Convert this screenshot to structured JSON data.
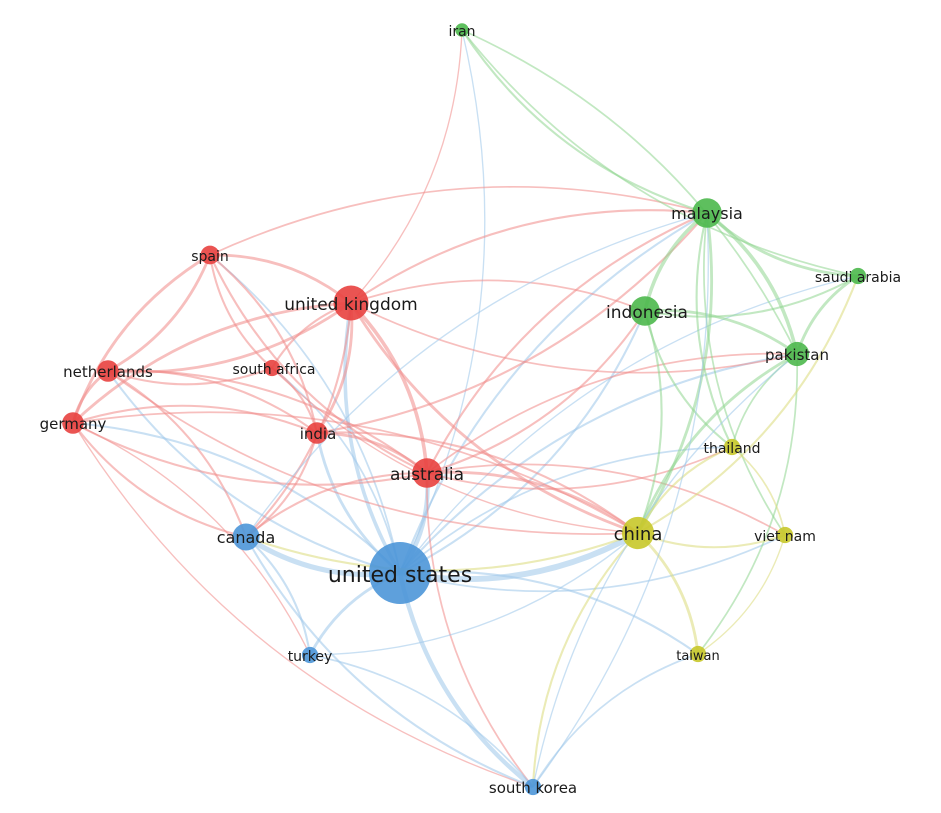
{
  "network": {
    "clusters": [
      {
        "id": 1,
        "color": "#e8413f",
        "edge_color": "#f08a88"
      },
      {
        "id": 2,
        "color": "#4cb84c",
        "edge_color": "#8fd68f"
      },
      {
        "id": 3,
        "color": "#4d96d8",
        "edge_color": "#9cc6ea"
      },
      {
        "id": 4,
        "color": "#c8c82a",
        "edge_color": "#dada7a"
      }
    ],
    "nodes": [
      {
        "id": "iran",
        "label": "iran",
        "cluster": 2,
        "weight": 1
      },
      {
        "id": "malaysia",
        "label": "malaysia",
        "cluster": 2,
        "weight": 4
      },
      {
        "id": "saudi-arabia",
        "label": "saudi arabia",
        "cluster": 2,
        "weight": 1.5
      },
      {
        "id": "indonesia",
        "label": "indonesia",
        "cluster": 2,
        "weight": 4
      },
      {
        "id": "pakistan",
        "label": "pakistan",
        "cluster": 2,
        "weight": 3
      },
      {
        "id": "spain",
        "label": "spain",
        "cluster": 1,
        "weight": 2
      },
      {
        "id": "united-kingdom",
        "label": "united kingdom",
        "cluster": 1,
        "weight": 5
      },
      {
        "id": "south-africa",
        "label": "south africa",
        "cluster": 1,
        "weight": 1.5
      },
      {
        "id": "netherlands",
        "label": "netherlands",
        "cluster": 1,
        "weight": 2.5
      },
      {
        "id": "germany",
        "label": "germany",
        "cluster": 1,
        "weight": 2.5
      },
      {
        "id": "india",
        "label": "india",
        "cluster": 1,
        "weight": 2.5
      },
      {
        "id": "australia",
        "label": "australia",
        "cluster": 1,
        "weight": 4
      },
      {
        "id": "thailand",
        "label": "thailand",
        "cluster": 4,
        "weight": 1.5
      },
      {
        "id": "china",
        "label": "china",
        "cluster": 4,
        "weight": 4.5
      },
      {
        "id": "viet-nam",
        "label": "viet nam",
        "cluster": 4,
        "weight": 1.5
      },
      {
        "id": "taiwan",
        "label": "taiwan",
        "cluster": 4,
        "weight": 1.5
      },
      {
        "id": "canada",
        "label": "canada",
        "cluster": 3,
        "weight": 3.5
      },
      {
        "id": "united-states",
        "label": "united states",
        "cluster": 3,
        "weight": 10
      },
      {
        "id": "turkey",
        "label": "turkey",
        "cluster": 3,
        "weight": 1.5
      },
      {
        "id": "south-korea",
        "label": "south korea",
        "cluster": 3,
        "weight": 1.5
      }
    ],
    "links": [
      [
        "united-states",
        "australia",
        5
      ],
      [
        "united-states",
        "united-kingdom",
        4
      ],
      [
        "united-states",
        "china",
        7
      ],
      [
        "united-states",
        "canada",
        6
      ],
      [
        "united-states",
        "south-korea",
        5
      ],
      [
        "united-states",
        "india",
        3
      ],
      [
        "united-states",
        "turkey",
        3
      ],
      [
        "united-states",
        "malaysia",
        2
      ],
      [
        "united-states",
        "indonesia",
        2
      ],
      [
        "united-states",
        "pakistan",
        2
      ],
      [
        "united-states",
        "germany",
        2
      ],
      [
        "united-states",
        "netherlands",
        2
      ],
      [
        "united-states",
        "spain",
        1.5
      ],
      [
        "united-states",
        "taiwan",
        2
      ],
      [
        "united-states",
        "viet-nam",
        1.5
      ],
      [
        "united-states",
        "thailand",
        1.5
      ],
      [
        "united-states",
        "south-africa",
        1.5
      ],
      [
        "united-states",
        "saudi-arabia",
        1
      ],
      [
        "united-states",
        "iran",
        1
      ],
      [
        "united-kingdom",
        "australia",
        4
      ],
      [
        "united-kingdom",
        "spain",
        3
      ],
      [
        "united-kingdom",
        "netherlands",
        3
      ],
      [
        "united-kingdom",
        "germany",
        3
      ],
      [
        "united-kingdom",
        "india",
        3
      ],
      [
        "united-kingdom",
        "china",
        3
      ],
      [
        "united-kingdom",
        "malaysia",
        2
      ],
      [
        "united-kingdom",
        "south-africa",
        2
      ],
      [
        "united-kingdom",
        "canada",
        2
      ],
      [
        "united-kingdom",
        "pakistan",
        1.5
      ],
      [
        "united-kingdom",
        "indonesia",
        1.5
      ],
      [
        "united-kingdom",
        "iran",
        1
      ],
      [
        "australia",
        "china",
        3
      ],
      [
        "australia",
        "india",
        3
      ],
      [
        "australia",
        "malaysia",
        2
      ],
      [
        "australia",
        "indonesia",
        2
      ],
      [
        "australia",
        "germany",
        2
      ],
      [
        "australia",
        "netherlands",
        2
      ],
      [
        "australia",
        "spain",
        2
      ],
      [
        "australia",
        "canada",
        2
      ],
      [
        "australia",
        "pakistan",
        1.5
      ],
      [
        "australia",
        "south-korea",
        1.5
      ],
      [
        "australia",
        "viet-nam",
        1.5
      ],
      [
        "australia",
        "thailand",
        1.5
      ],
      [
        "spain",
        "netherlands",
        3
      ],
      [
        "spain",
        "germany",
        3
      ],
      [
        "spain",
        "india",
        2
      ],
      [
        "spain",
        "south-africa",
        2
      ],
      [
        "spain",
        "malaysia",
        1.5
      ],
      [
        "netherlands",
        "germany",
        3
      ],
      [
        "netherlands",
        "india",
        2
      ],
      [
        "netherlands",
        "south-africa",
        2
      ],
      [
        "netherlands",
        "canada",
        2
      ],
      [
        "netherlands",
        "china",
        1.5
      ],
      [
        "germany",
        "india",
        2
      ],
      [
        "germany",
        "canada",
        2
      ],
      [
        "germany",
        "china",
        1.5
      ],
      [
        "germany",
        "south-korea",
        1
      ],
      [
        "germany",
        "turkey",
        1
      ],
      [
        "india",
        "south-africa",
        2
      ],
      [
        "india",
        "canada",
        2
      ],
      [
        "india",
        "malaysia",
        2
      ],
      [
        "india",
        "china",
        2
      ],
      [
        "malaysia",
        "indonesia",
        4
      ],
      [
        "malaysia",
        "pakistan",
        4
      ],
      [
        "malaysia",
        "saudi-arabia",
        3
      ],
      [
        "malaysia",
        "china",
        3
      ],
      [
        "malaysia",
        "thailand",
        2
      ],
      [
        "malaysia",
        "iran",
        2
      ],
      [
        "malaysia",
        "viet-nam",
        1.5
      ],
      [
        "indonesia",
        "pakistan",
        3
      ],
      [
        "indonesia",
        "saudi-arabia",
        2
      ],
      [
        "indonesia",
        "china",
        2
      ],
      [
        "indonesia",
        "thailand",
        2
      ],
      [
        "pakistan",
        "saudi-arabia",
        3
      ],
      [
        "pakistan",
        "china",
        3
      ],
      [
        "pakistan",
        "taiwan",
        1.5
      ],
      [
        "pakistan",
        "thailand",
        1.5
      ],
      [
        "iran",
        "pakistan",
        1.5
      ],
      [
        "iran",
        "saudi-arabia",
        1.5
      ],
      [
        "china",
        "taiwan",
        3
      ],
      [
        "china",
        "viet-nam",
        2
      ],
      [
        "china",
        "thailand",
        2
      ],
      [
        "china",
        "south-korea",
        2
      ],
      [
        "china",
        "canada",
        2
      ],
      [
        "china",
        "saudi-arabia",
        2
      ],
      [
        "thailand",
        "viet-nam",
        1.5
      ],
      [
        "taiwan",
        "viet-nam",
        1
      ],
      [
        "canada",
        "turkey",
        2
      ],
      [
        "canada",
        "south-korea",
        2
      ],
      [
        "turkey",
        "south-korea",
        1.5
      ],
      [
        "turkey",
        "china",
        1
      ],
      [
        "south-korea",
        "taiwan",
        1.5
      ],
      [
        "south-korea",
        "malaysia",
        1
      ],
      [
        "south-korea",
        "pakistan",
        1
      ],
      [
        "south-africa",
        "china",
        1
      ],
      [
        "canada",
        "malaysia",
        1
      ]
    ]
  }
}
